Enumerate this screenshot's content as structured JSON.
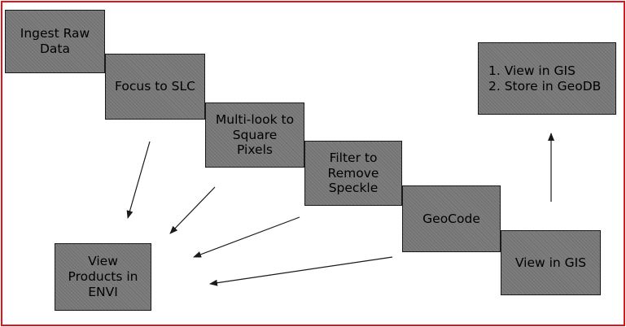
{
  "diagram": {
    "colors": {
      "frame": "#e0151c",
      "box_fill": "#7d7d7d",
      "box_border": "#1a1a1a",
      "arrow": "#1a1a1a"
    },
    "steps": [
      {
        "id": "ingest",
        "label": "Ingest Raw\nData"
      },
      {
        "id": "focus",
        "label": "Focus to SLC"
      },
      {
        "id": "multilook",
        "label": "Multi-look to\nSquare\nPixels"
      },
      {
        "id": "filter",
        "label": "Filter to\nRemove\nSpeckle"
      },
      {
        "id": "geocode",
        "label": "GeoCode"
      },
      {
        "id": "view-gis",
        "label": "View in GIS"
      }
    ],
    "outputs": {
      "envi": {
        "label": "View\nProducts in\nENVI"
      },
      "gis_store": {
        "label": "1. View in GIS\n2. Store in GeoDB"
      }
    },
    "connections": [
      {
        "from": "focus",
        "to": "envi"
      },
      {
        "from": "multilook",
        "to": "envi"
      },
      {
        "from": "filter",
        "to": "envi"
      },
      {
        "from": "geocode",
        "to": "envi"
      },
      {
        "from": "view-gis",
        "to": "gis_store"
      }
    ]
  }
}
